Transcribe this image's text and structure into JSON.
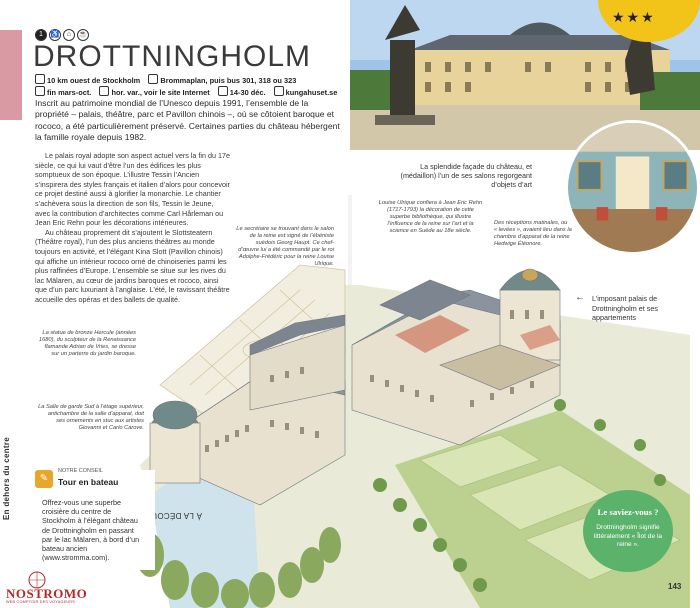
{
  "side": {
    "section": "À LA DÉCOUVERTE DE",
    "subsection": "En dehors du centre"
  },
  "header": {
    "badge_number": "1",
    "title": "DROTTNINGHOLM"
  },
  "info": {
    "location": "10 km ouest de Stockholm",
    "transport": "Brommaplan, puis bus 301, 318 ou 323",
    "season": "fin mars-oct.",
    "hours": "hor. var., voir le site Internet",
    "dates": "14-30 déc.",
    "website": "kungahuset.se"
  },
  "intro": "Inscrit au patrimoine mondial de l’Unesco depuis 1991, l’ensemble de la propriété – palais, théâtre, parc et Pavillon chinois –, où se côtoient baroque et rococo, a été particulièrement préservé. Certaines parties du château hébergent la famille royale depuis 1982.",
  "body": [
    "Le palais royal adopte son aspect actuel vers la fin du 17e siècle, ce qui lui vaut d’être l’un des édifices les plus somptueux de son époque. L’illustre Tessin l’Ancien s’inspirera des styles français et italien d’alors pour concevoir ce projet destiné aussi à glorifier la monarchie. Le chantier s’achèvera sous la direction de son fils, Tessin le Jeune, avec la contribution d’architectes comme Carl Hårleman ou Jean Eric Rehn pour les décorations intérieures.",
    "Au château proprement dit s’ajoutent le Slottsteatern (Théâtre royal), l’un des plus anciens théâtres au monde toujours en activité, et l’élégant Kina Slott (Pavillon chinois) qui affiche un intérieur rococo orné de chinoiseries parmi les plus raffinées d’Europe. L’ensemble se situe sur les rives du lac Mälaren, au cœur de jardins baroques et rococo, ainsi que d’un parc luxuriant à l’anglaise. L’été, le ravissant théâtre accueille des opéras et des ballets de qualité."
  ],
  "photo_caption": "La splendide façade du château, et (médaillon) l’un de ses salons regorgeant d’objets d’art",
  "illustration_caption": "L’imposant palais de Drottningholm et ses appartements",
  "notes": {
    "hercule": "La statue de bronze Hercule (années 1680), du sculpteur de la Renaissance flamande Adrian de Vries, se dresse sur un parterre du jardin baroque.",
    "salle_garde": "La Salle de garde Sud à l’étage supérieur, antichambre de la salle d’apparat, doit ses ornements en stuc aux artistes Giovanni et Carlo Carove.",
    "secretaire": "Le secrétaire se trouvant dans le salon de la reine est signé de l’ébéniste suédois Georg Haupt. Ce chef-d’œuvre lui a été commandé par le roi Adolphe-Frédéric pour la reine Louise Ulrique.",
    "louise": "Louise Ulrique confiera à Jean Eric Rehn (1717-1793) la décoration de cette superbe bibliothèque, qui illustre l’influence de la reine sur l’art et la science en Suède au 18e siècle.",
    "receptions": "Des réceptions matinales, ou « levées », avaient lieu dans la chambre d’apparat de la reine Hedwige Éléonore."
  },
  "conseil": {
    "kicker": "NOTRE CONSEIL",
    "title": "Tour en bateau",
    "text": "Offrez-vous une superbe croisière du centre de Stockholm à l’élégant château de Drottningholm en passant par le lac Mälaren, à bord d’un bateau ancien (www.stromma.com)."
  },
  "saviez": {
    "title": "Le saviez-vous ?",
    "text": "Drottningholm signifie littéralement « Îlot de la reine »."
  },
  "stars": "★★★",
  "page_number": "143",
  "logo": {
    "word": "NOSTROMO",
    "sub": "WEB COMPTOIR DES VOYAGEURS"
  },
  "colors": {
    "side_tab": "#d99aa3",
    "stars_badge": "#f2c318",
    "saviez_bg": "#5bb26b",
    "conseil_icon": "#e6a72b"
  }
}
